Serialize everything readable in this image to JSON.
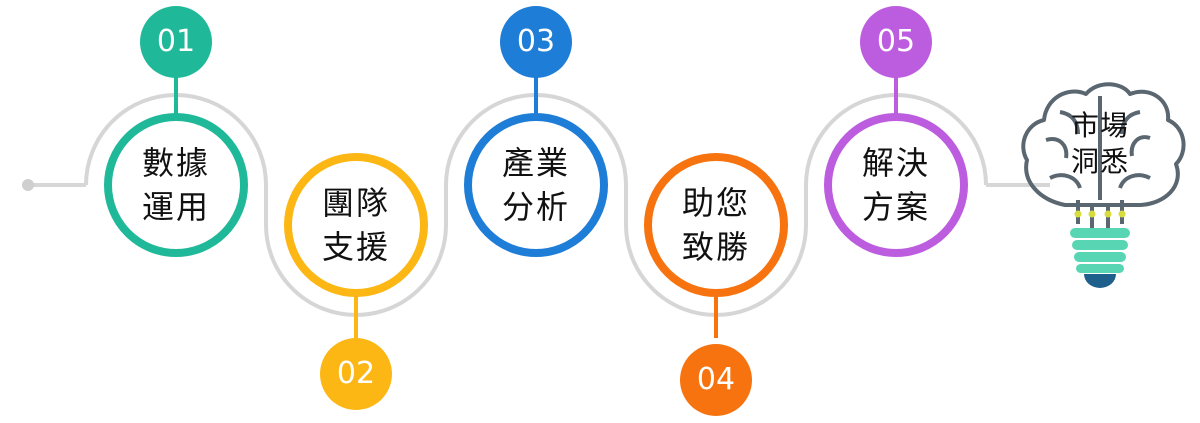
{
  "steps": [
    {
      "number": "01",
      "line1": "數據",
      "line2": "運用",
      "color": "#1fb99a"
    },
    {
      "number": "02",
      "line1": "團隊",
      "line2": "支援",
      "color": "#fcb715"
    },
    {
      "number": "03",
      "line1": "產業",
      "line2": "分析",
      "color": "#1e7dd6"
    },
    {
      "number": "04",
      "line1": "助您",
      "line2": "致勝",
      "color": "#f7730f"
    },
    {
      "number": "05",
      "line1": "解決",
      "line2": "方案",
      "color": "#bc5de0"
    }
  ],
  "final": {
    "line1": "市場",
    "line2": "洞悉",
    "icon": "lightbulb-brain-icon"
  },
  "colors": {
    "track": "#d9d9d9",
    "bulb_outline": "#5a6670",
    "bulb_base": "#58d6b3",
    "bulb_cap": "#1e5f8c"
  }
}
